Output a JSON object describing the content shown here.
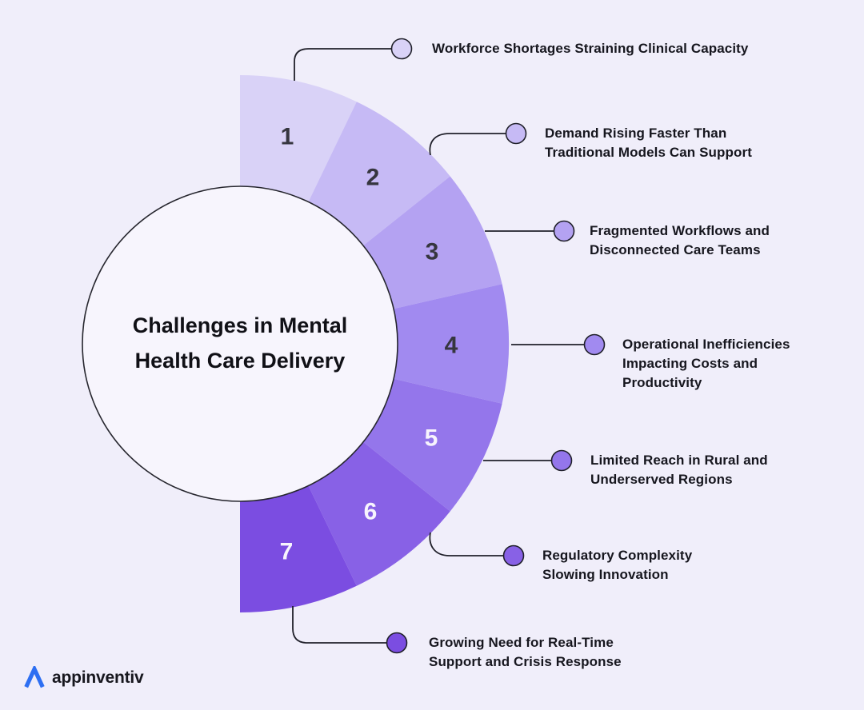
{
  "page": {
    "background_color": "#f0eefa"
  },
  "title": {
    "text": "Challenges in Mental Health Care Delivery"
  },
  "segments": [
    {
      "number": "1",
      "color": "#d9d2f7",
      "number_color": "#36363f",
      "label": "Workforce Shortages Straining Clinical Capacity"
    },
    {
      "number": "2",
      "color": "#c6baf5",
      "number_color": "#36363f",
      "label": "Demand Rising Faster Than Traditional Models Can Support"
    },
    {
      "number": "3",
      "color": "#b4a2f2",
      "number_color": "#36363f",
      "label": "Fragmented Workflows and Disconnected Care Teams"
    },
    {
      "number": "4",
      "color": "#a18af0",
      "number_color": "#36363f",
      "label": "Operational Inefficiencies Impacting Costs and Productivity"
    },
    {
      "number": "5",
      "color": "#9476eb",
      "number_color": "#f7f4fd",
      "label": "Limited Reach in Rural and Underserved Regions"
    },
    {
      "number": "6",
      "color": "#8861e6",
      "number_color": "#f7f4fd",
      "label": "Regulatory Complexity Slowing Innovation"
    },
    {
      "number": "7",
      "color": "#7b4de1",
      "number_color": "#f7f4fd",
      "label": "Growing Need for Real-Time Support and Crisis Response"
    }
  ],
  "logo": {
    "text": "appinventiv",
    "mark_color": "#2e6ff2"
  }
}
